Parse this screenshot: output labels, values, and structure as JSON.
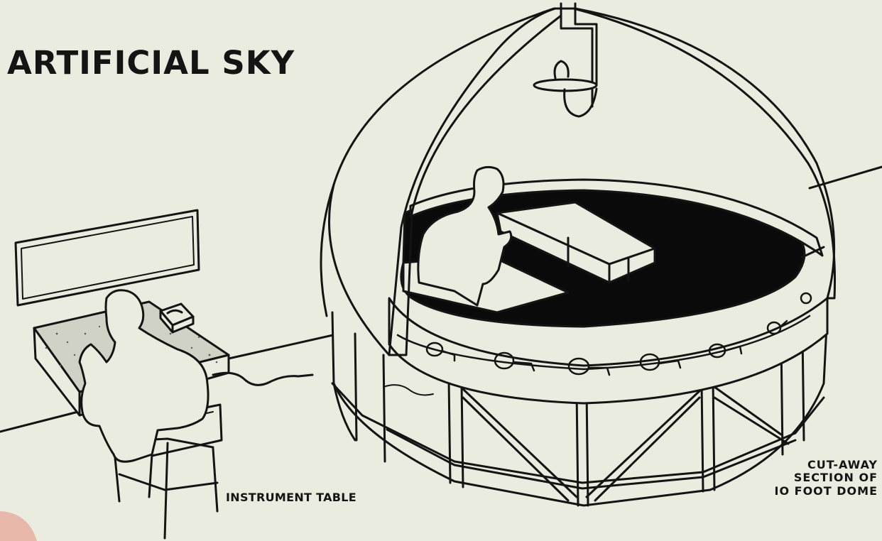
{
  "title": "ARTIFICIAL SKY",
  "labels": {
    "instrument_table": "INSTRUMENT TABLE",
    "dome_line1": "CUT-AWAY",
    "dome_line2": "SECTION OF",
    "dome_line3": "IO FOOT DOME"
  },
  "colors": {
    "paper": "#e9ecde",
    "ink": "#141414"
  }
}
